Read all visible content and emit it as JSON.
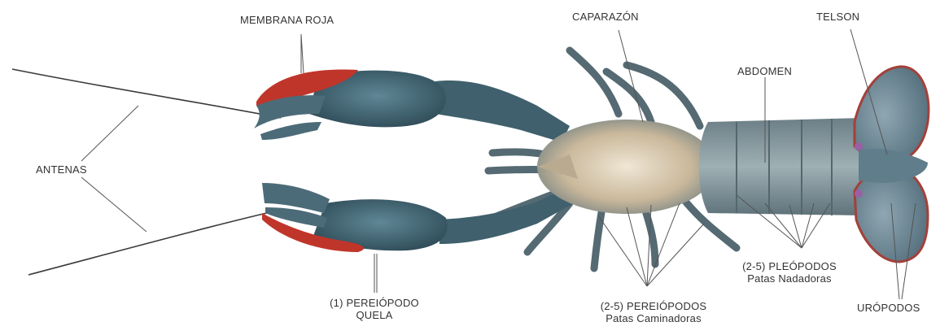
{
  "diagram": {
    "colors": {
      "membrane": "#c0352a",
      "claw_blue": "#3d5f6e",
      "body_grey": "#8a9aa0",
      "underside": "#cdbfa8",
      "tail_blue": "#6d8a98",
      "tail_rim": "#a4403a",
      "leader_line": "#555555"
    },
    "labels": {
      "membrana_roja": "MEMBRANA ROJA",
      "caparazon": "CAPARAZÓN",
      "telson": "TELSON",
      "abdomen": "ABDOMEN",
      "antenas": "ANTENAS",
      "pereiopodo_1_line1": "(1) PEREIÓPODO",
      "pereiopodo_1_line2": "QUELA",
      "pereiopodos_2_5_line1": "(2-5) PEREIÓPODOS",
      "pereiopodos_2_5_line2": "Patas Caminadoras",
      "pleopodos_line1": "(2-5) PLEÓPODOS",
      "pleopodos_line2": "Patas Nadadoras",
      "uropodos": "URÓPODOS"
    }
  }
}
